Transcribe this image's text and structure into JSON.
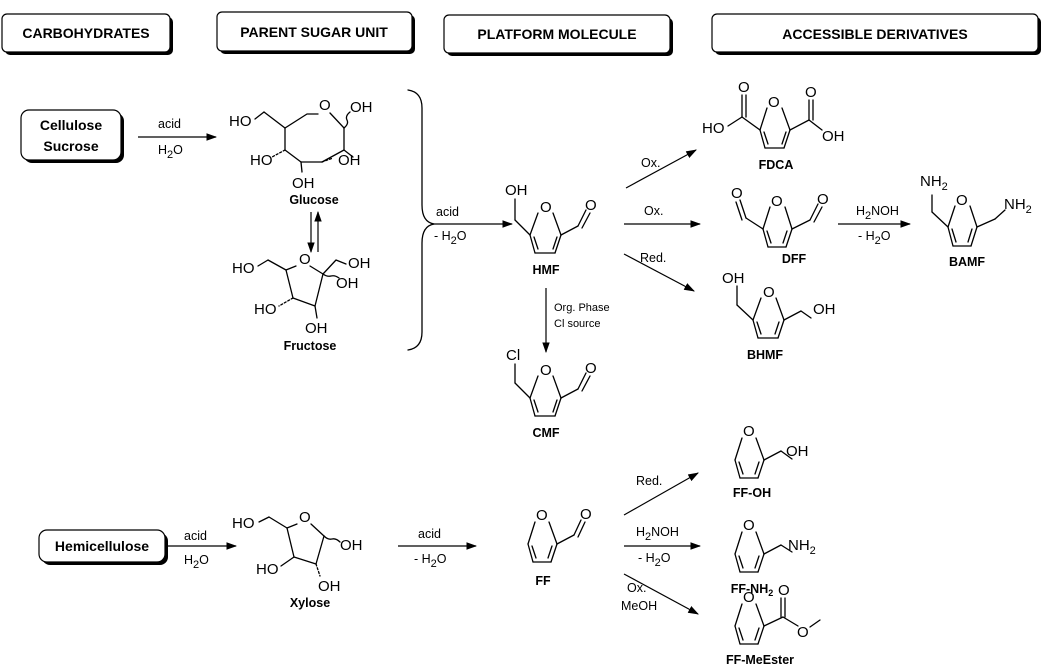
{
  "headers": {
    "carbohydrates": "CARBOHYDRATES",
    "parent_sugar": "PARENT SUGAR UNIT",
    "platform": "PLATFORM MOLECULE",
    "derivatives": "ACCESSIBLE DERIVATIVES"
  },
  "sources": {
    "cellulose": "Cellulose",
    "sucrose": "Sucrose",
    "hemicellulose": "Hemicellulose"
  },
  "labels": {
    "glucose": "Glucose",
    "fructose": "Fructose",
    "xylose": "Xylose",
    "hmf": "HMF",
    "cmf": "CMF",
    "fdca": "FDCA",
    "dff": "DFF",
    "bhmf": "BHMF",
    "bamf": "BAMF",
    "ff": "FF",
    "ff_oh": "FF-OH",
    "ff_nh2": "FF-NH",
    "ff_nh2_sub": "2",
    "ff_meester": "FF-MeEster"
  },
  "conditions": {
    "acid": "acid",
    "water": "H",
    "water_sub": "2",
    "water_o": "O",
    "minus_water": "- H",
    "ox": "Ox.",
    "red": "Red.",
    "h2noh_a": "H",
    "h2noh_sub": "2",
    "h2noh_b": "NOH",
    "org_phase": "Org. Phase",
    "cl_source": "Cl source",
    "meoh": "MeOH"
  },
  "atoms": {
    "O": "O",
    "OH": "OH",
    "HO": "HO",
    "Cl": "Cl",
    "NH": "NH",
    "sub2": "2"
  }
}
